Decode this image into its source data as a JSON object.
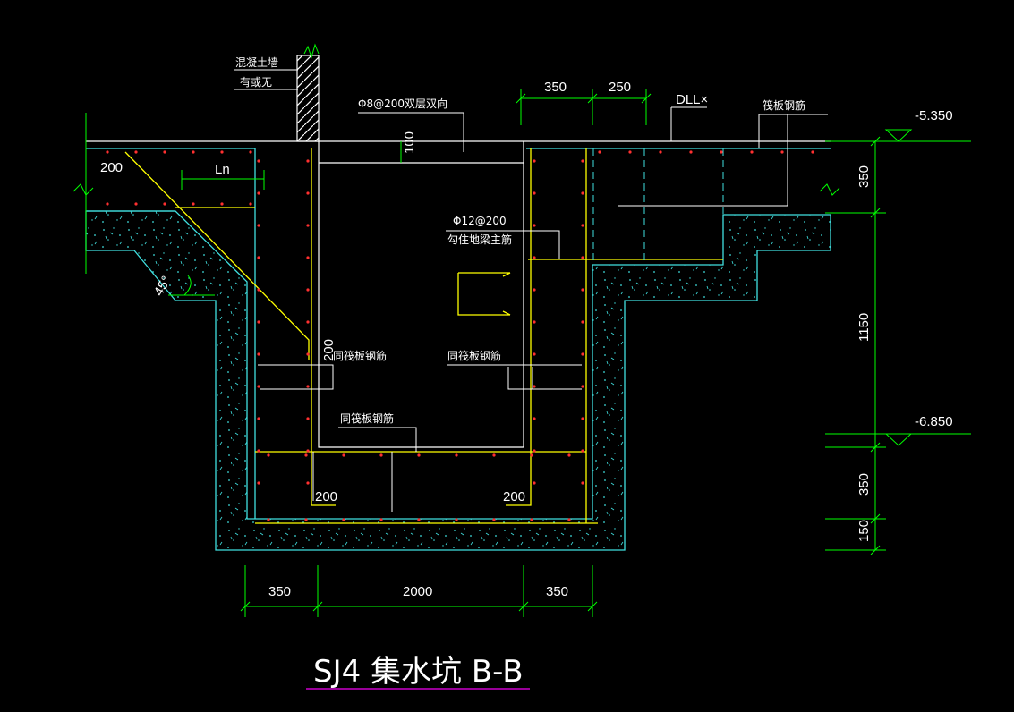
{
  "colors": {
    "background": "#000000",
    "concrete_outline": "#40e0e0",
    "rebar": "#ffff00",
    "rebar_white": "#ffffff",
    "dimension": "#00ff00",
    "dots": "#ff3030",
    "title_underline": "#cc00cc"
  },
  "labels": {
    "wall_note_1": "混凝土墙",
    "wall_note_2": "有或无",
    "top_rebar": "Φ8@200双层双向",
    "pit_main_bar_1": "Φ12@200",
    "pit_main_bar_2": "勾住地梁主筋",
    "raft_rebar": "筏板钢筋",
    "same_raft_left": "同筏板钢筋",
    "same_raft_right": "同筏板钢筋",
    "same_raft_bottom": "同筏板钢筋",
    "dll": "DLL×",
    "ln": "Ln",
    "angle": "45°",
    "dim_100": "100",
    "dim_200_top": "200",
    "dim_200_mid": "200",
    "dim_200_bl": "200",
    "dim_200_br": "200"
  },
  "elevations": {
    "top": "-5.350",
    "bottom": "-6.850"
  },
  "dimensions": {
    "top_350": "350",
    "top_250": "250",
    "right_350_top": "350",
    "right_1150": "1150",
    "right_350_bot": "350",
    "right_150": "150",
    "bottom_350_left": "350",
    "bottom_2000": "2000",
    "bottom_350_right": "350"
  },
  "title": "SJ4 集水坑 B-B"
}
